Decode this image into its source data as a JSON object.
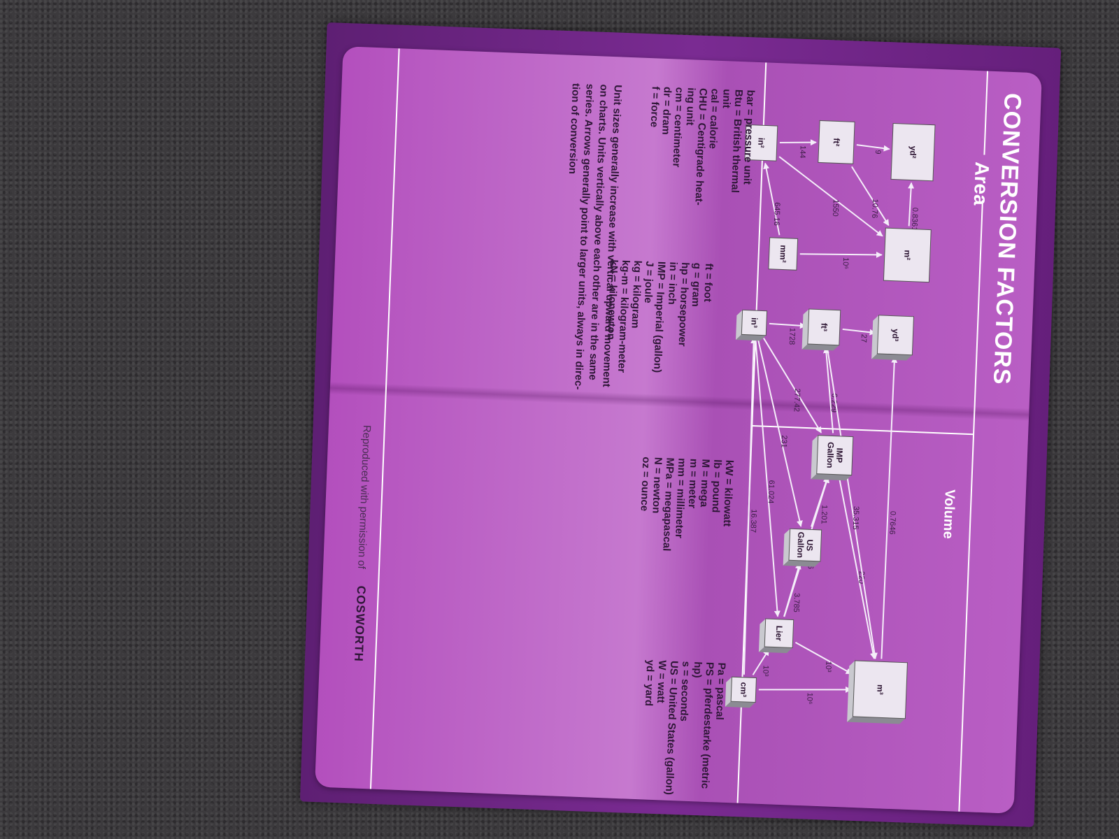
{
  "header": {
    "title": "CONVERSION FACTORS",
    "area_heading": "Area",
    "volume_heading": "Volume"
  },
  "area": {
    "nodes": [
      {
        "id": "yd2",
        "label": "yd²"
      },
      {
        "id": "ft2",
        "label": "ft²"
      },
      {
        "id": "in2",
        "label": "in²"
      },
      {
        "id": "m2",
        "label": "m²"
      },
      {
        "id": "mm2",
        "label": "mm²"
      }
    ],
    "edges": [
      {
        "from": "in2",
        "to": "ft2",
        "label": "144"
      },
      {
        "from": "ft2",
        "to": "yd2",
        "label": "9"
      },
      {
        "from": "ft2",
        "to": "m2",
        "label": "10.76"
      },
      {
        "from": "m2",
        "to": "yd2",
        "label": "0.8361"
      },
      {
        "from": "in2",
        "to": "m2",
        "label": "1550"
      },
      {
        "from": "mm2",
        "to": "in2",
        "label": "645.16"
      },
      {
        "from": "mm2",
        "to": "m2",
        "label": "10⁶"
      }
    ]
  },
  "volume": {
    "nodes": [
      {
        "id": "yd3",
        "label": "yd³"
      },
      {
        "id": "ft3",
        "label": "ft³"
      },
      {
        "id": "in3",
        "label": "in³"
      },
      {
        "id": "imp",
        "label": "IMP Gallon"
      },
      {
        "id": "us",
        "label": "US Gallon"
      },
      {
        "id": "liter",
        "label": "Lier"
      },
      {
        "id": "cm3",
        "label": "cm³"
      },
      {
        "id": "m3",
        "label": "m³"
      }
    ],
    "edges": [
      {
        "from": "in3",
        "to": "ft3",
        "label": "1728"
      },
      {
        "from": "ft3",
        "to": "yd3",
        "label": "27"
      },
      {
        "from": "in3",
        "to": "imp",
        "label": "277.42"
      },
      {
        "from": "in3",
        "to": "us",
        "label": "231"
      },
      {
        "from": "in3",
        "to": "liter",
        "label": "61.024"
      },
      {
        "from": "cm3",
        "to": "in3",
        "label": "16.387"
      },
      {
        "from": "imp",
        "to": "ft3",
        "label": "6.229"
      },
      {
        "from": "us",
        "to": "imp",
        "label": "1.201"
      },
      {
        "from": "liter",
        "to": "us",
        "label": "3.785"
      },
      {
        "from": "liter",
        "to": "imp",
        "label": "4.546"
      },
      {
        "from": "imp",
        "to": "m3",
        "label": "220"
      },
      {
        "from": "ft3",
        "to": "m3",
        "label": "35.315"
      },
      {
        "from": "m3",
        "to": "yd3",
        "label": "0.7646"
      },
      {
        "from": "cm3",
        "to": "liter",
        "label": "10³"
      },
      {
        "from": "liter",
        "to": "m3",
        "label": "10³"
      },
      {
        "from": "cm3",
        "to": "m3",
        "label": "10⁶"
      }
    ]
  },
  "abbreviations": {
    "col1": [
      "bar = pressure unit",
      "Btu = British thermal",
      "unit",
      "cal = calorie",
      "CHU = Centigrade heat-",
      "ing unit",
      "cm = centimeter",
      "dr = dram",
      "f = force"
    ],
    "col2": [
      "ft = foot",
      "g = gram",
      "hp = horsepower",
      "in = inch",
      "IMP = Imperial (gallon)",
      "J = joule",
      "kg = kilogram",
      "kg-m = kilogram-meter",
      "kN = kilonewton"
    ],
    "col3": [
      "kW = kilowatt",
      "lb = pound",
      "M = mega",
      "m = meter",
      "mm = millimeter",
      "MPa = megapascal",
      "N = newton",
      "oz = ounce"
    ],
    "col4": [
      "Pa = pascal",
      "PS = pferdestarke (metric",
      "hp)",
      "s = seconds",
      "US = United States (gallon)",
      "W = watt",
      "yd = yard"
    ]
  },
  "note": {
    "lines": [
      "Unit sizes generally increase with vertical upward movement",
      "on charts. Units vertically above each other are in the same",
      "series. Arrows generally point to larger units, always in direc-",
      "tion of conversion"
    ]
  },
  "footer": {
    "credit": "Reproduced with permission of",
    "brand": "COSWORTH"
  },
  "colors": {
    "card": "#c071cb",
    "cover": "#6e2586",
    "lines": "#f5eefa",
    "text": "#2e1637"
  }
}
